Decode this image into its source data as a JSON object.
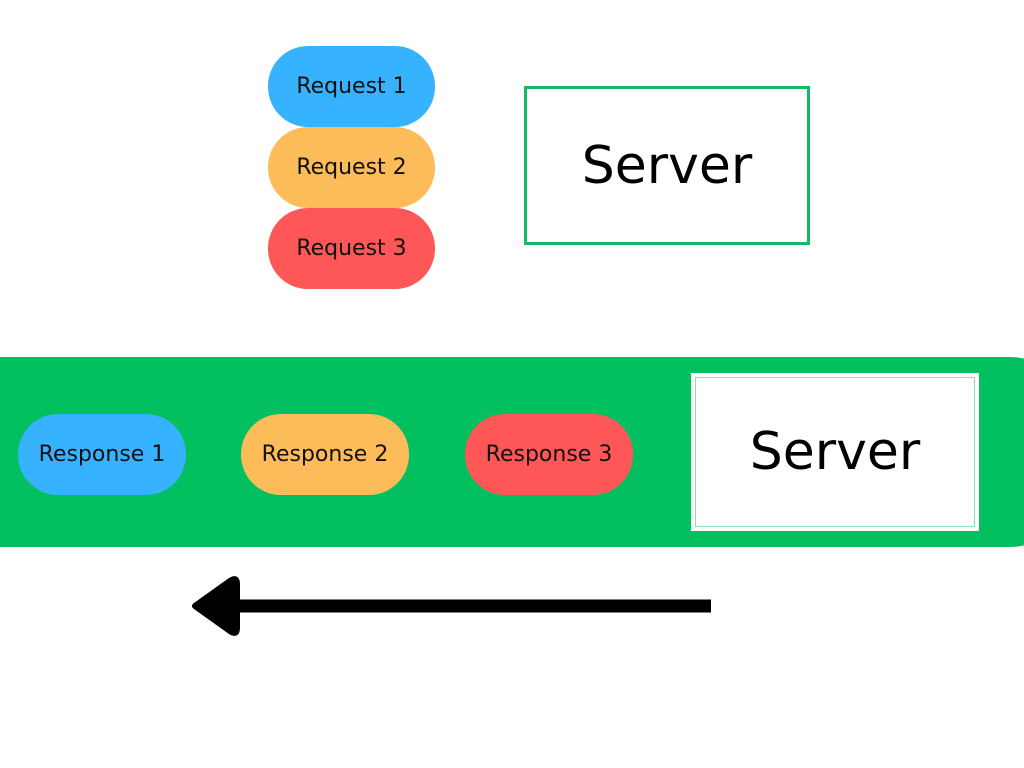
{
  "diagram": {
    "top": {
      "requests": [
        {
          "label": "Request 1",
          "color": "#36b2ff"
        },
        {
          "label": "Request 2",
          "color": "#fdbc5a"
        },
        {
          "label": "Request 3",
          "color": "#ff5757"
        }
      ],
      "server": {
        "label": "Server",
        "border_color": "#17b862"
      }
    },
    "bottom": {
      "band_color": "#02bf5f",
      "responses": [
        {
          "label": "Response 1",
          "color": "#36b2ff"
        },
        {
          "label": "Response 2",
          "color": "#fdbc5a"
        },
        {
          "label": "Response 3",
          "color": "#ff5757"
        }
      ],
      "server": {
        "label": "Server"
      }
    },
    "arrow": {
      "direction": "left",
      "color": "#000000"
    }
  }
}
